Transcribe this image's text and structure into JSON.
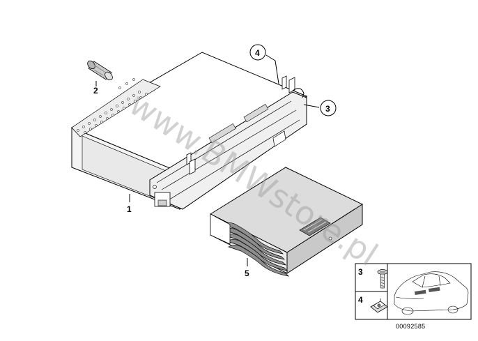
{
  "diagram": {
    "callouts": [
      {
        "id": "1",
        "text": "1"
      },
      {
        "id": "2",
        "text": "2"
      },
      {
        "id": "3",
        "text": "3"
      },
      {
        "id": "4",
        "text": "4"
      },
      {
        "id": "5",
        "text": "5"
      }
    ],
    "inset": {
      "row1_label": "3",
      "row2_label": "4"
    },
    "reference_number": "00092585",
    "watermark": "www.BMWstore.pl"
  }
}
